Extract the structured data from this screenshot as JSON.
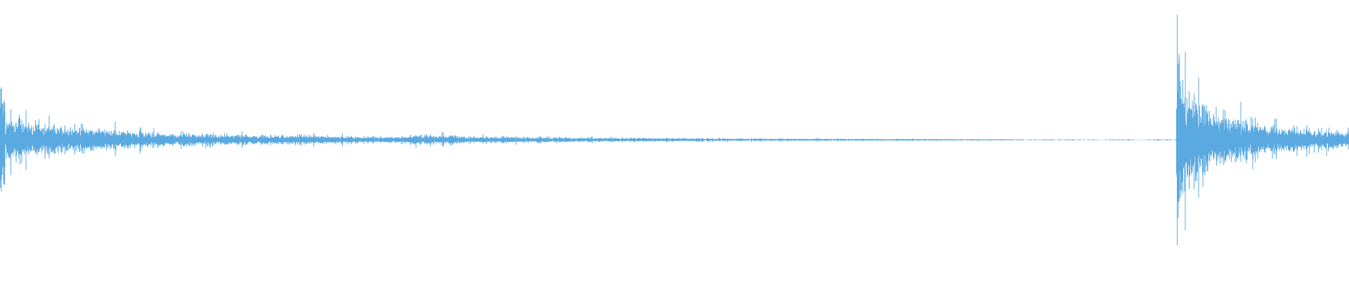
{
  "waveform": {
    "color": "#5aa9e0",
    "background": "#ffffff",
    "segments": [
      {
        "start": 0.0,
        "end": 0.004,
        "amp_start": 0.6,
        "amp_end": 0.6,
        "density": 0.9
      },
      {
        "start": 0.004,
        "end": 0.03,
        "amp_start": 0.22,
        "amp_end": 0.16,
        "density": 1.0
      },
      {
        "start": 0.03,
        "end": 0.13,
        "amp_start": 0.16,
        "amp_end": 0.06,
        "density": 1.0
      },
      {
        "start": 0.13,
        "end": 0.3,
        "amp_start": 0.06,
        "amp_end": 0.03,
        "density": 1.0
      },
      {
        "start": 0.3,
        "end": 0.34,
        "amp_start": 0.045,
        "amp_end": 0.045,
        "density": 1.0
      },
      {
        "start": 0.34,
        "end": 0.52,
        "amp_start": 0.035,
        "amp_end": 0.015,
        "density": 1.0
      },
      {
        "start": 0.52,
        "end": 0.75,
        "amp_start": 0.015,
        "amp_end": 0.006,
        "density": 0.95
      },
      {
        "start": 0.75,
        "end": 0.872,
        "amp_start": 0.006,
        "amp_end": 0.004,
        "density": 0.25
      },
      {
        "start": 0.872,
        "end": 0.876,
        "amp_start": 1.0,
        "amp_end": 0.7,
        "density": 1.0
      },
      {
        "start": 0.876,
        "end": 0.9,
        "amp_start": 0.55,
        "amp_end": 0.28,
        "density": 1.0
      },
      {
        "start": 0.9,
        "end": 0.94,
        "amp_start": 0.28,
        "amp_end": 0.16,
        "density": 1.0
      },
      {
        "start": 0.94,
        "end": 1.0,
        "amp_start": 0.14,
        "amp_end": 0.08,
        "density": 1.0
      }
    ]
  }
}
